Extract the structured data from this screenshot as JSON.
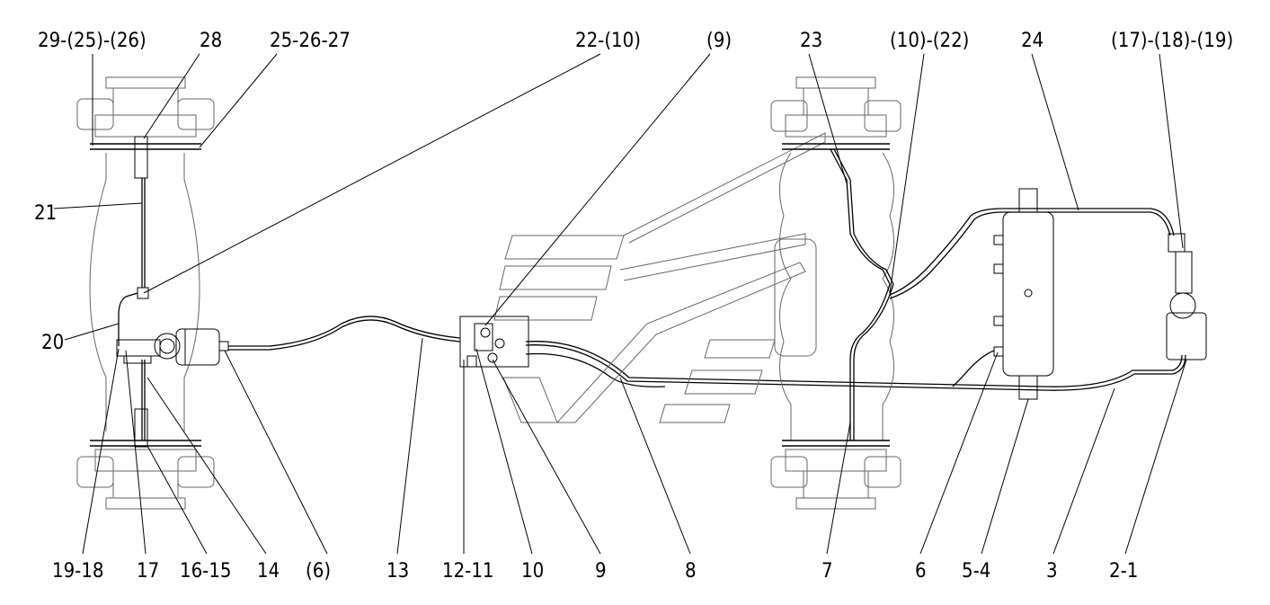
{
  "labels": {
    "top": [
      "29-(25)-(26)",
      "28",
      "25-26-27",
      "22-(10)",
      "(9)",
      "23",
      "(10)-(22)",
      "24",
      "(17)-(18)-(19)"
    ],
    "left": [
      "21",
      "20"
    ],
    "bottom": [
      "19-18",
      "17",
      "16-15",
      "14",
      "(6)",
      "13",
      "12-11",
      "10",
      "9",
      "8",
      "7",
      "6",
      "5-4",
      "3",
      "2-1"
    ]
  }
}
